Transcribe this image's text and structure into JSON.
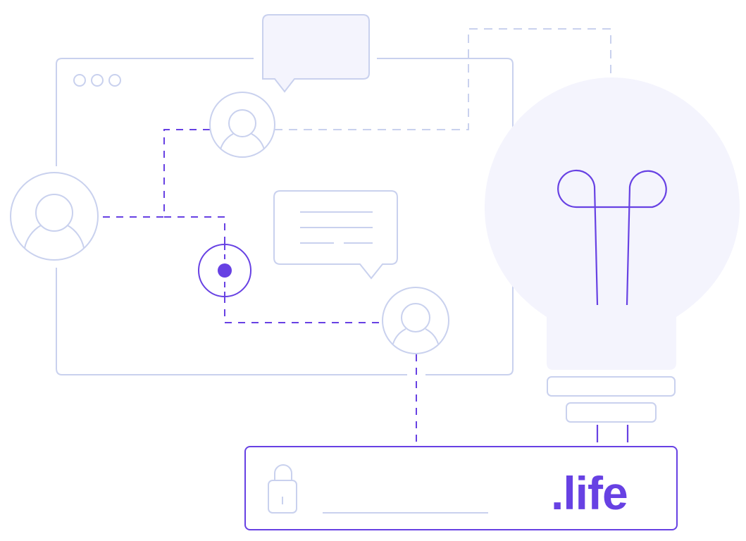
{
  "illustration": {
    "title": "Domain name idea illustration",
    "domain_suffix": ".life",
    "address_bar": {
      "placeholder_line": "",
      "lock_icon": "lock-icon"
    },
    "window": {
      "dots": 3
    },
    "users": [
      "user-avatar-left",
      "user-avatar-top",
      "user-avatar-bottom"
    ],
    "chat_bubbles": [
      "chat-bubble-top",
      "chat-bubble-message"
    ],
    "lightbulb": "lightbulb-icon"
  },
  "colors": {
    "accent": "#6741E3",
    "line": "#C9D1EE",
    "fill": "#F4F4FD",
    "background": "#FFFFFF"
  }
}
